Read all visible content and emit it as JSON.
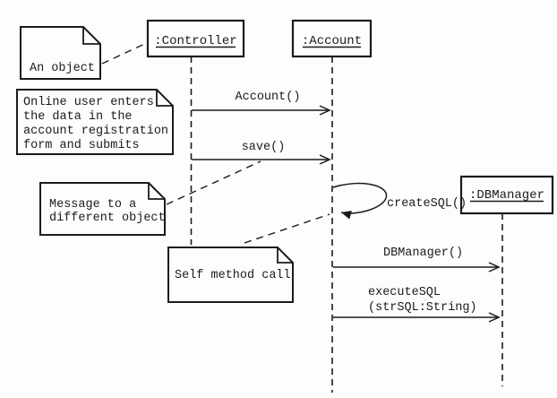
{
  "title": "UML sequence diagram",
  "colors": {
    "line": "#1b1b1b",
    "background": "#fdfdfd",
    "note_fill": "#fdfdfd"
  },
  "objects": [
    {
      "id": "controller",
      "label": ":Controller"
    },
    {
      "id": "account",
      "label": ":Account"
    },
    {
      "id": "dbmanager",
      "label": ":DBManager"
    }
  ],
  "messages": [
    {
      "id": "account-call",
      "label": "Account()"
    },
    {
      "id": "save-call",
      "label": "save()"
    },
    {
      "id": "createsql-self-call",
      "label": "createSQL()"
    },
    {
      "id": "dbmanager-call",
      "label": "DBManager()"
    },
    {
      "id": "executesql-call",
      "label_line1": "executeSQL",
      "label_line2": "(strSQL:String)"
    }
  ],
  "notes": [
    {
      "id": "an-object-note",
      "lines": [
        "An object"
      ]
    },
    {
      "id": "online-user-note",
      "lines": [
        "Online user enters",
        "the data in the",
        "account registration",
        "form and submits"
      ]
    },
    {
      "id": "message-different-note",
      "lines": [
        "Message to a",
        "different object"
      ]
    },
    {
      "id": "self-method-note",
      "lines": [
        "Self method call"
      ]
    }
  ]
}
